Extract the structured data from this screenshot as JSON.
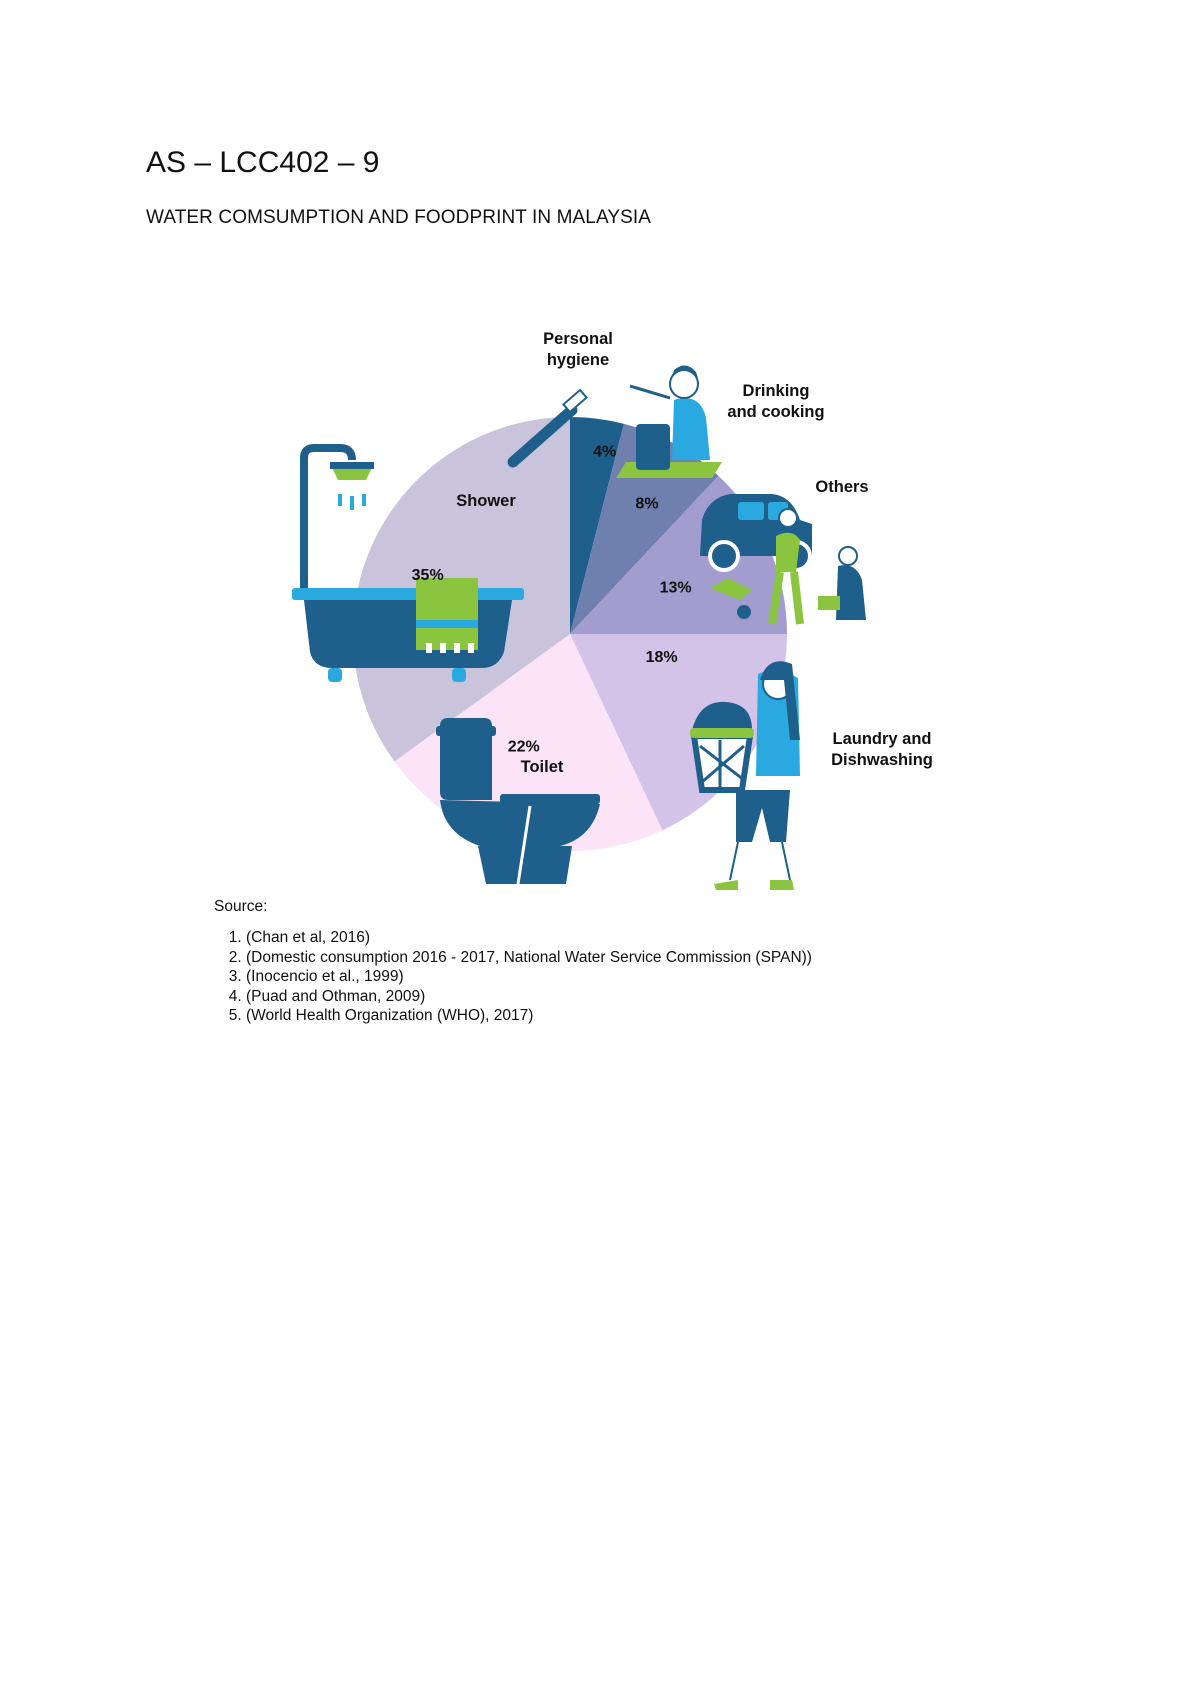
{
  "document": {
    "title": "AS – LCC402 – 9",
    "subtitle": "WATER COMSUMPTION AND FOODPRINT IN MALAYSIA"
  },
  "chart_data": {
    "type": "pie",
    "title": "",
    "slices": [
      {
        "label": "Personal hygiene",
        "value": 4,
        "value_label": "4%",
        "color": "#1e5f8c"
      },
      {
        "label": "Drinking and cooking",
        "value": 8,
        "value_label": "8%",
        "color": "#6f7fae"
      },
      {
        "label": "Others",
        "value": 13,
        "value_label": "13%",
        "color": "#a29ccf"
      },
      {
        "label": "Laundry and Dishwashing",
        "value": 18,
        "value_label": "18%",
        "color": "#d4c3e8"
      },
      {
        "label": "Toilet",
        "value": 22,
        "value_label": "22%",
        "color": "#fbe3f8"
      },
      {
        "label": "Shower",
        "value": 35,
        "value_label": "35%",
        "color": "#c9c3dc"
      }
    ],
    "start_angle_deg": 0,
    "direction": "clockwise"
  },
  "illustrations": {
    "shower": "bathtub-icon",
    "personal_hygiene": "toothbrush-icon",
    "drinking": "cooking-person-icon",
    "others": "car-washing-icon",
    "laundry": "laundry-basket-person-icon",
    "toilet": "toilet-icon"
  },
  "sources": {
    "heading": "Source:",
    "items": [
      "(Chan et al, 2016)",
      "(Domestic consumption 2016 - 2017, National Water Service Commission (SPAN))",
      "(Inocencio et al., 1999)",
      "(Puad and Othman, 2009)",
      "(World Health Organization (WHO), 2017)"
    ]
  }
}
